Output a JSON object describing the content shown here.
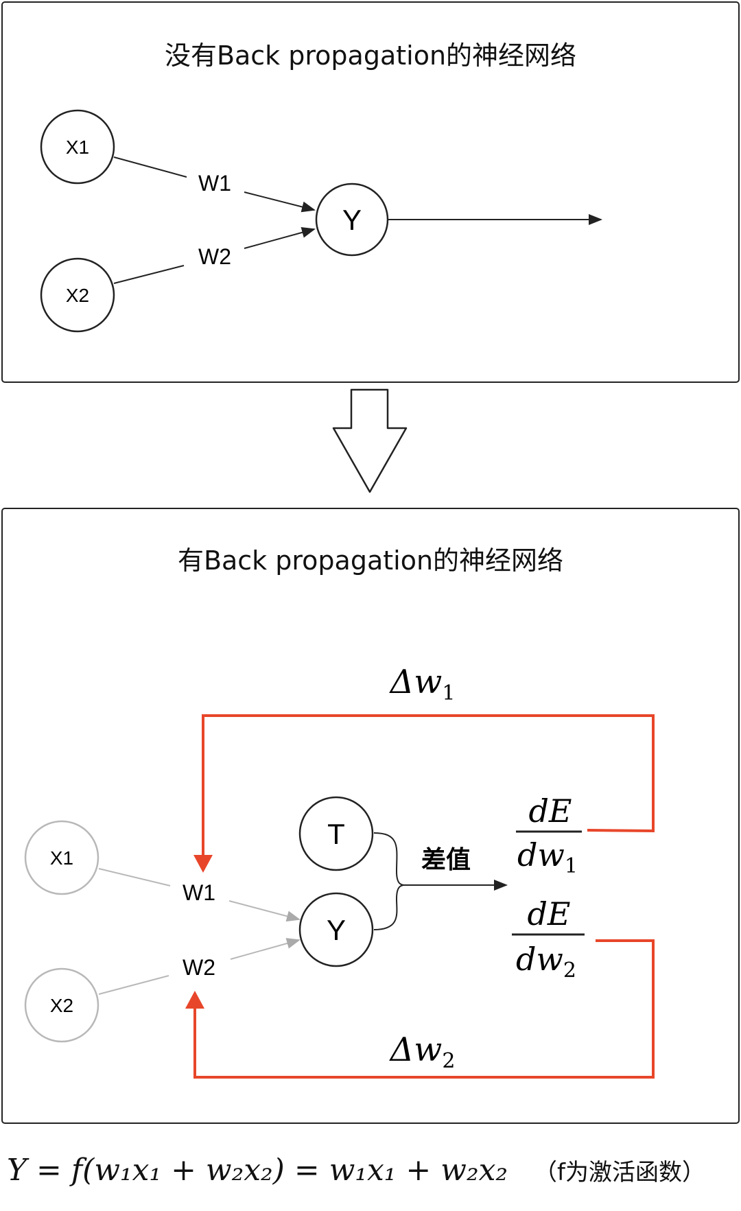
{
  "top_panel": {
    "title": "没有Back propagation的神经网络",
    "nodes": {
      "x1": "X1",
      "x2": "X2",
      "y": "Y"
    },
    "weights": {
      "w1": "W1",
      "w2": "W2"
    }
  },
  "bottom_panel": {
    "title": "有Back propagation的神经网络",
    "nodes": {
      "x1": "X1",
      "x2": "X2",
      "t": "T",
      "y": "Y"
    },
    "weights": {
      "w1": "W1",
      "w2": "W2"
    },
    "difference_label": "差值",
    "gradients": {
      "g1_num": "dE",
      "g1_den": "dw",
      "g2_num": "dE",
      "g2_den": "dw"
    },
    "updates": {
      "delta_w1": "Δw",
      "delta_w2": "Δw"
    },
    "subscripts": {
      "one": "1",
      "two": "2"
    }
  },
  "formula": {
    "text": "Y = f(w₁x₁ + w₂x₂) = w₁x₁ + w₂x₂",
    "note": "（f为激活函数）"
  },
  "colors": {
    "feedback": "#e8462a",
    "stroke": "#222222",
    "faded": "#b8b8b8"
  }
}
